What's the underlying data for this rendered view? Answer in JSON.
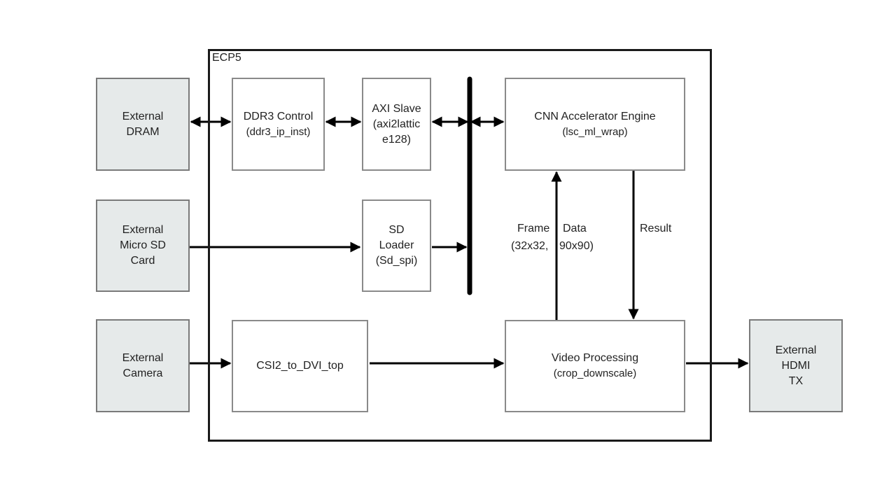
{
  "diagram": {
    "fpga_label": "ECP5",
    "external_blocks": {
      "dram": {
        "line1": "External",
        "line2": "DRAM"
      },
      "microsd": {
        "line1": "External",
        "line2": "Micro SD",
        "line3": "Card"
      },
      "camera": {
        "line1": "External",
        "line2": "Camera"
      },
      "hdmi": {
        "line1": "External",
        "line2": "HDMI",
        "line3": "TX"
      }
    },
    "internal_blocks": {
      "ddr3": {
        "title": "DDR3 Control",
        "instance": "(ddr3_ip_inst)"
      },
      "axi": {
        "line1": "AXI Slave",
        "line2": "(axi2lattic",
        "line3": "e128)"
      },
      "sdloader": {
        "line1": "SD",
        "line2": "Loader",
        "line3": "(Sd_spi)"
      },
      "cnn": {
        "title": "CNN Accelerator Engine",
        "instance": "(lsc_ml_wrap)"
      },
      "csi2": {
        "title": "CSI2_to_DVI_top"
      },
      "video": {
        "title": "Video Processing",
        "instance": "(crop_downscale)"
      }
    },
    "edge_labels": {
      "frame_data_left1": "Frame",
      "frame_data_right1": "Data",
      "frame_data_left2": "(32x32,",
      "frame_data_right2": "90x90)",
      "result": "Result"
    },
    "colors": {
      "external_fill": "#e6eaea",
      "block_border": "#8a8a8a",
      "line": "#000000"
    }
  }
}
